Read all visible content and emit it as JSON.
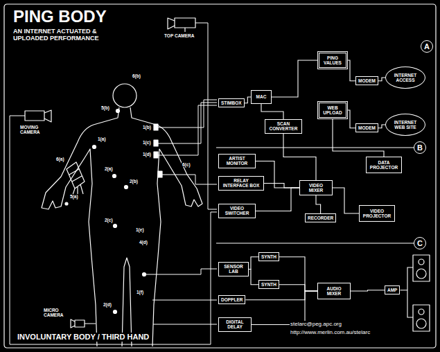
{
  "diagram": {
    "title": "PING BODY",
    "nodes": [
      {
        "text": [
          "STIMBOX"
        ]
      },
      {
        "text": [
          "MAC"
        ]
      },
      {
        "text": [
          "PING VALUES"
        ]
      },
      {
        "text": [
          "MODEM"
        ]
      },
      {
        "text": [
          "INTERNET ACCESS"
        ]
      },
      {
        "text": [
          "SCAN CONVERTER"
        ]
      },
      {
        "text": [
          "WEB UPLOAD"
        ]
      },
      {
        "text": [
          "MODEM"
        ]
      },
      {
        "text": [
          "INTERNET WEB SITE"
        ]
      },
      {
        "text": [
          "A"
        ]
      },
      {
        "text": [
          "ARTIST MONITOR"
        ]
      },
      {
        "text": [
          "DATA PROJECTOR"
        ]
      },
      {
        "text": [
          "B"
        ]
      },
      {
        "text": [
          "RELAY INTERFACE BOX"
        ]
      },
      {
        "text": [
          "VIDEO MIXER"
        ]
      },
      {
        "text": [
          "VIDEO SWITCHER"
        ]
      },
      {
        "text": [
          "RECORDER"
        ]
      },
      {
        "text": [
          "VIDEO PROJECTOR"
        ]
      },
      {
        "text": [
          "C"
        ]
      },
      {
        "text": [
          "SENSOR LAB"
        ]
      },
      {
        "text": [
          "SYNTH"
        ]
      },
      {
        "text": [
          "SYNTH"
        ]
      },
      {
        "text": [
          "DOPPLER"
        ]
      },
      {
        "text": [
          "AUDIO MIXER"
        ]
      },
      {
        "text": [
          "AMP"
        ]
      },
      {
        "text": [
          "DIGITAL DELAY"
        ]
      }
    ],
    "edges": [
      {
        "from": 0,
        "to": 1,
        "arrow": "none"
      },
      {
        "from": 1,
        "to": 2,
        "arrow": "none"
      },
      {
        "from": 2,
        "to": 3,
        "arrow": "none"
      },
      {
        "from": 3,
        "to": 4,
        "arrow": "none"
      },
      {
        "from": 1,
        "to": 5,
        "arrow": "none"
      },
      {
        "from": 5,
        "to": 14,
        "arrow": "none"
      },
      {
        "from": 6,
        "to": 7,
        "arrow": "none"
      },
      {
        "from": 7,
        "to": 8,
        "arrow": "none"
      },
      {
        "from": 6,
        "to": 11,
        "arrow": "none"
      },
      {
        "from": 10,
        "to": 14,
        "arrow": "none"
      },
      {
        "from": 13,
        "to": 14,
        "arrow": "none"
      },
      {
        "from": 15,
        "to": 14,
        "arrow": "none"
      },
      {
        "from": 14,
        "to": 16,
        "arrow": "none"
      },
      {
        "from": 14,
        "to": 17,
        "arrow": "none"
      },
      {
        "from": 19,
        "to": 20,
        "arrow": "none"
      },
      {
        "from": 19,
        "to": 21,
        "arrow": "none"
      },
      {
        "from": 20,
        "to": 23,
        "arrow": "none"
      },
      {
        "from": 21,
        "to": 23,
        "arrow": "none"
      },
      {
        "from": 22,
        "to": 23,
        "arrow": "none"
      },
      {
        "from": 25,
        "to": 23,
        "arrow": "none"
      },
      {
        "from": 23,
        "to": 24,
        "arrow": "none"
      }
    ],
    "labels": [
      "AN INTERNET ACTUATED & UPLOADED PERFORMANCE",
      "TOP CAMERA",
      "MOVING CAMERA",
      "MICRO CAMERA",
      "6(b)",
      "5(b)",
      "1(a)",
      "1(b)",
      "1(c)",
      "1(d)",
      "6(c)",
      "6(a)",
      "2(a)",
      "2(b)",
      "5(a)",
      "2(c)",
      "1(e)",
      "4(d)",
      "2(d)",
      "1(f)",
      "INVOLUNTARY BODY / THIRD HAND",
      "stelarc@peg.apc.org",
      "http://www.merlin.com.au/stelarc"
    ]
  }
}
